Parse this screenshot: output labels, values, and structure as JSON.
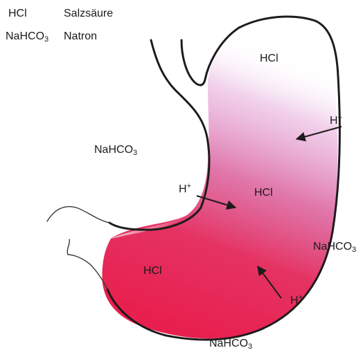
{
  "legend": [
    {
      "symbol": "HCl",
      "name": "Salzsäure"
    },
    {
      "symbol_base": "NaHCO",
      "symbol_sub": "3",
      "name": "Natron"
    }
  ],
  "stomach_labels": {
    "hcl": "HCl",
    "bicarbonate_base": "NaHCO",
    "bicarbonate_sub": "3",
    "proton_base": "H",
    "proton_charge": "+"
  },
  "colors": {
    "acid_gradient_dark": "#e8204f",
    "acid_gradient_light": "#c85bb4",
    "outline": "#1f1a1c",
    "text": "#1a1a1a"
  }
}
